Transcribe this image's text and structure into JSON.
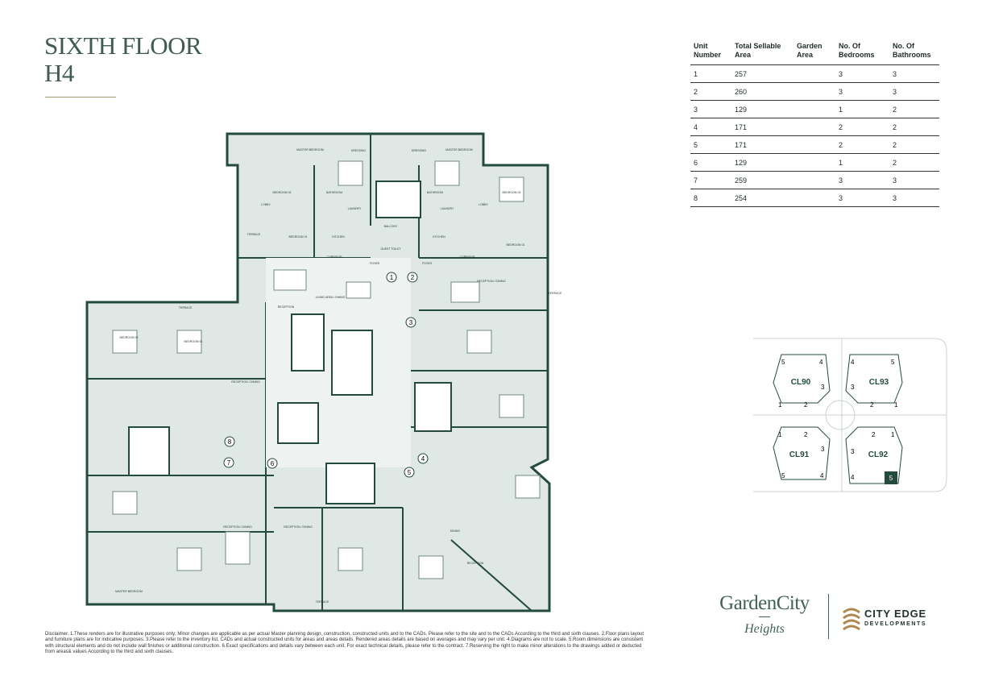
{
  "header": {
    "line1": "SIXTH FLOOR",
    "line2": "H4"
  },
  "table": {
    "headers": [
      "Unit Number",
      "Total Sellable Area",
      "Garden Area",
      "No. Of Bedrooms",
      "No. Of Bathrooms"
    ],
    "rows": [
      [
        "1",
        "257",
        "",
        "3",
        "3"
      ],
      [
        "2",
        "260",
        "",
        "3",
        "3"
      ],
      [
        "3",
        "129",
        "",
        "1",
        "2"
      ],
      [
        "4",
        "171",
        "",
        "2",
        "2"
      ],
      [
        "5",
        "171",
        "",
        "2",
        "2"
      ],
      [
        "6",
        "129",
        "",
        "1",
        "2"
      ],
      [
        "7",
        "259",
        "",
        "3",
        "3"
      ],
      [
        "8",
        "254",
        "",
        "3",
        "3"
      ]
    ]
  },
  "plan": {
    "unit_markers": [
      "1",
      "2",
      "3",
      "4",
      "5",
      "6",
      "7",
      "8"
    ],
    "room_labels": [
      "MASTER BEDROOM",
      "BEDROOM 01",
      "BEDROOM 02",
      "BATHROOM",
      "DRESSING",
      "LOBBY",
      "LAUNDRY",
      "KITCHEN",
      "BALCONY",
      "CORRIDOR",
      "FOYER",
      "GUEST TOILET",
      "LIVING AREA / DINING",
      "RECEPTION / DINING",
      "RECEPTION",
      "TERRACE",
      "DINING"
    ]
  },
  "keymap": {
    "buildings": [
      {
        "name": "CL90",
        "numbers": [
          "5",
          "4",
          "3",
          "1",
          "2"
        ]
      },
      {
        "name": "CL93",
        "numbers": [
          "4",
          "5",
          "3",
          "2",
          "1"
        ]
      },
      {
        "name": "CL91",
        "numbers": [
          "1",
          "2",
          "3",
          "5",
          "4"
        ]
      },
      {
        "name": "CL92",
        "numbers": [
          "2",
          "1",
          "3",
          "4",
          "5"
        ]
      }
    ],
    "highlight": "5"
  },
  "brand": {
    "garden_city": "GardenCity",
    "heights": "Heights",
    "city_edge": "CITY EDGE",
    "developments": "DEVELOPMENTS"
  },
  "colors": {
    "accent": "#3f5b53",
    "room_fill": "#dfe8e4",
    "wall": "#234a3f",
    "gold": "#b0884e",
    "rule": "#a79775"
  },
  "disclaimer": "Disclaimer. 1.These renders are for illustrative purposes only; Minor changes are applicable as per actual Master planning design, construction, constructed units and to the CADs. Please refer to the site and to the CADs According to the third and sixth clauses. 2.Floor plans layout and furniture plans are for indicative purposes. 3.Please refer to the inventory list, CADs and actual constructed units for areas and areas details. Rendered areas details are based on averages and may vary per unit. 4.Diagrams are not to scale. 5.Room dimensions are consistent with structural elements and do not include wall finishes or additional construction. 6.Exact specifications and details vary between each unit. For exact technical details, please refer to the contract. 7.Reserving the right to make minor alterations to the drawings added or deducted from areas& values According to the third and sixth clauses."
}
